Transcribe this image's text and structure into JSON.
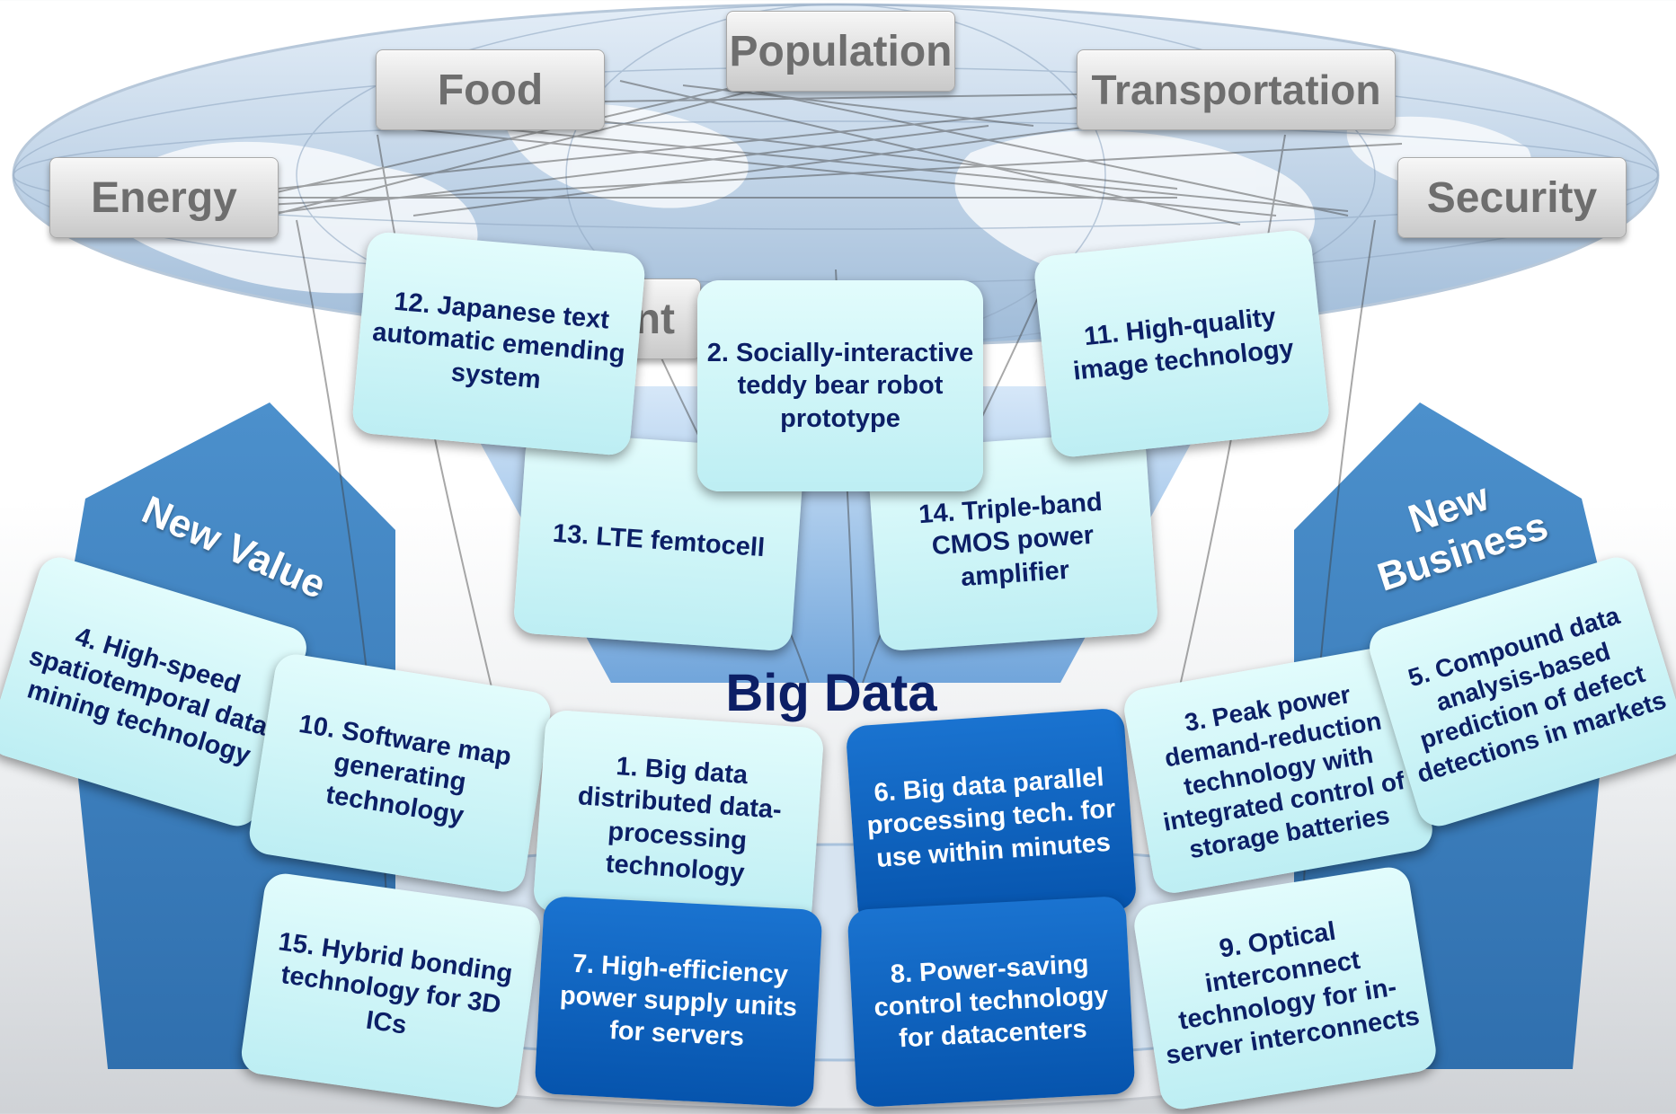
{
  "categories": {
    "population": "Population",
    "food": "Food",
    "transportation": "Transportation",
    "energy": "Energy",
    "security": "Security",
    "partial": "nt"
  },
  "banners": {
    "left": "New Value",
    "right_line1": "New",
    "right_line2": "Business"
  },
  "center_title": "Big Data",
  "technologies": {
    "t1": "1.  Big data distributed data-processing technology",
    "t2": "2. Socially-interactive teddy bear robot prototype",
    "t3": "3. Peak power demand-reduction technology with integrated control of storage batteries",
    "t4": "4. High-speed spatiotemporal data mining technology",
    "t5": "5. Compound data analysis-based prediction of defect detections in markets",
    "t6": "6. Big data parallel processing tech. for use within minutes",
    "t7": "7. High-efficiency power supply units for servers",
    "t8": "8. Power-saving control technology for datacenters",
    "t9": "9. Optical interconnect technology for in-server interconnects",
    "t10": "10. Software map generating technology",
    "t11": "11. High-quality image technology",
    "t12": "12. Japanese text automatic emending system",
    "t13": "13. LTE femtocell",
    "t14": "14. Triple-band CMOS power amplifier",
    "t15": "15. Hybrid bonding technology for 3D ICs"
  },
  "colors": {
    "light_box": "#c9f3f6",
    "dark_box": "#0a5fbf",
    "text_navy": "#0c1f66",
    "globe_blue": "#b8cfe6",
    "banner_blue": "#3f86c4"
  }
}
